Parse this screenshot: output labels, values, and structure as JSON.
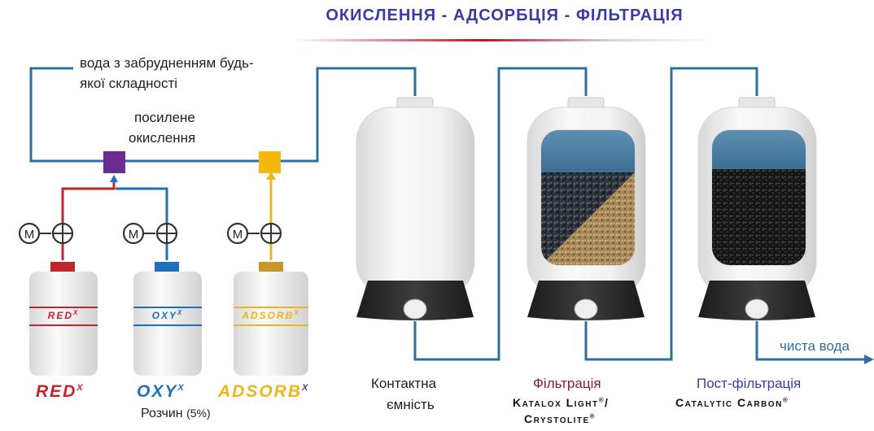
{
  "header": {
    "title": "ОКИСЛЕННЯ - АДСОРБЦІЯ - ФІЛЬТРАЦІЯ"
  },
  "labels": {
    "inlet_line1": "вода з забрудненням будь-",
    "inlet_line2": "якої складності",
    "oxidation_line1": "посилене",
    "oxidation_line2": "окислення",
    "solution": "Розчин",
    "solution_pct": "(5%)",
    "clean_water": "чиста вода"
  },
  "pumps": [
    {
      "motor_label": "M",
      "brand": "RED",
      "sup": "X",
      "color": "#c0272d"
    },
    {
      "motor_label": "M",
      "brand": "OXY",
      "sup": "X",
      "color": "#1f6fbf"
    },
    {
      "motor_label": "M",
      "brand": "ADSORB",
      "sup": "X",
      "color": "#f0b41c"
    }
  ],
  "tanks": [
    {
      "caption_line1": "Контактна",
      "caption_line2": "ємність"
    },
    {
      "caption_title": "Фільтрація",
      "caption_product1": "Katalox Light",
      "caption_product2": "Crystolite",
      "reg": "®",
      "slash": "/",
      "title_color": "#8b1a3a"
    },
    {
      "caption_title": "Пост-фільтрація",
      "caption_product1": "Catalytic Carbon",
      "reg": "®",
      "title_color": "#3a3aa8"
    }
  ],
  "colors": {
    "pipe": "#2f6f9f",
    "red_line": "#c0272d",
    "blue_line": "#1f6fbf",
    "yellow_line": "#f0b41c",
    "mixer_purple": "#6a2c91",
    "mixer_yellow": "#f5b80c",
    "tank_base": "#2b2b2b"
  },
  "icons": {
    "motor": "circle-letter-m-icon",
    "valve": "circle-cross-valve-icon",
    "arrow": "arrow-up-icon"
  }
}
